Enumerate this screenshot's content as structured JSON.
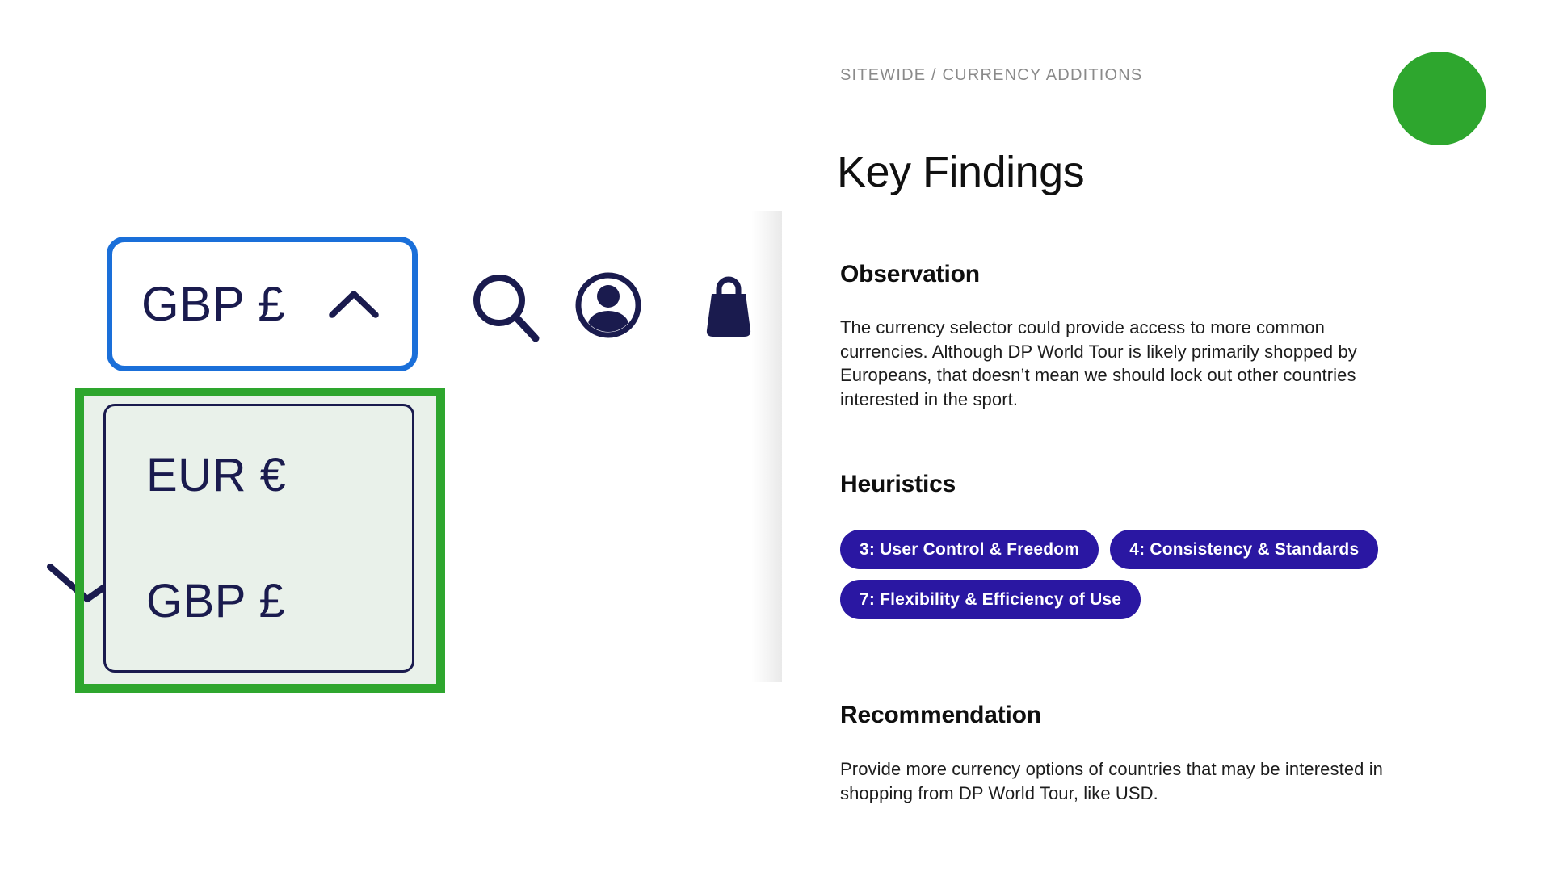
{
  "breadcrumb": "SITEWIDE / CURRENCY ADDITIONS",
  "title": "Key Findings",
  "status_dot": {
    "color": "#2EA62E"
  },
  "screenshot": {
    "currency_button": {
      "label": "GBP £",
      "chevron": "chevron-up-icon"
    },
    "dropdown": {
      "options": [
        "EUR €",
        "GBP £"
      ]
    },
    "icons": [
      "search-icon",
      "account-icon",
      "shopping-bag-icon"
    ],
    "colors": {
      "navy": "#1A1B4E",
      "selector_border_blue": "#1A6FD9",
      "highlight_green": "#2EA62E",
      "highlight_fill": "#E9F1EA"
    }
  },
  "sections": {
    "observation": {
      "heading": "Observation",
      "lines": [
        "The currency selector could provide access to more common",
        "currencies. Although DP World Tour is likely primarily shopped by",
        "Europeans, that doesn’t mean we should lock out other countries",
        "interested in the sport."
      ]
    },
    "heuristics": {
      "heading": "Heuristics",
      "pill_color": "#2A17A2",
      "pills": [
        "3: User Control & Freedom",
        "4: Consistency & Standards",
        "7: Flexibility & Efficiency of Use"
      ]
    },
    "recommendation": {
      "heading": "Recommendation",
      "lines": [
        "Provide more currency options of countries that may be interested in",
        "shopping from DP World Tour, like USD."
      ]
    }
  }
}
